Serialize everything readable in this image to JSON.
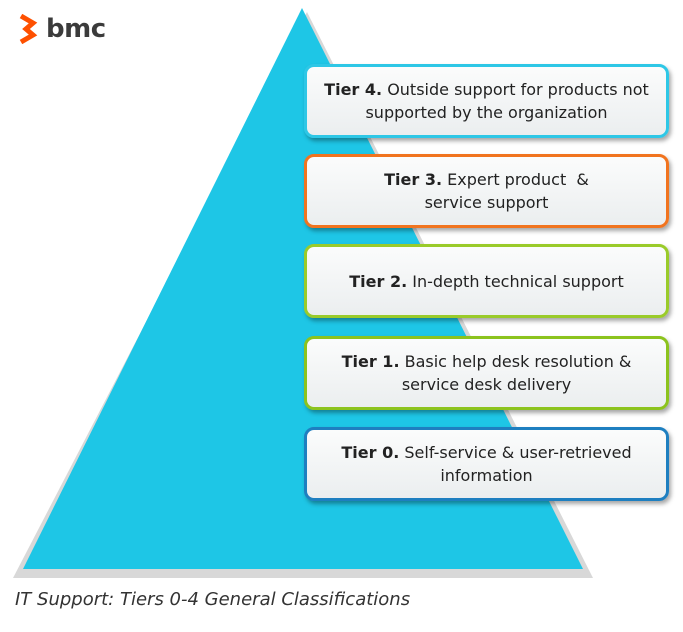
{
  "logo": {
    "text": "bmc",
    "icon": "bmc-chevron-logo-icon",
    "mark_color": "#fe5000",
    "text_color": "#3b3b3b"
  },
  "pyramid": {
    "fill_color": "#1ec6e6",
    "shadow_color": "#d8d8d8"
  },
  "tiers": [
    {
      "label": "Tier 4.",
      "description": "Outside support for products not supported by the organization",
      "border_color": "#2ec7e6"
    },
    {
      "label": "Tier 3.",
      "description": "Expert product  & service support",
      "border_color": "#f1741f"
    },
    {
      "label": "Tier 2.",
      "description": "In-depth technical support",
      "border_color": "#9acb2a"
    },
    {
      "label": "Tier 1.",
      "description": "Basic help desk resolution & service desk delivery",
      "border_color": "#8cc31e"
    },
    {
      "label": "Tier 0.",
      "description": "Self-service & user-retrieved information",
      "border_color": "#1e7fc0"
    }
  ],
  "caption": "IT Support: Tiers 0-4 General Classifications"
}
